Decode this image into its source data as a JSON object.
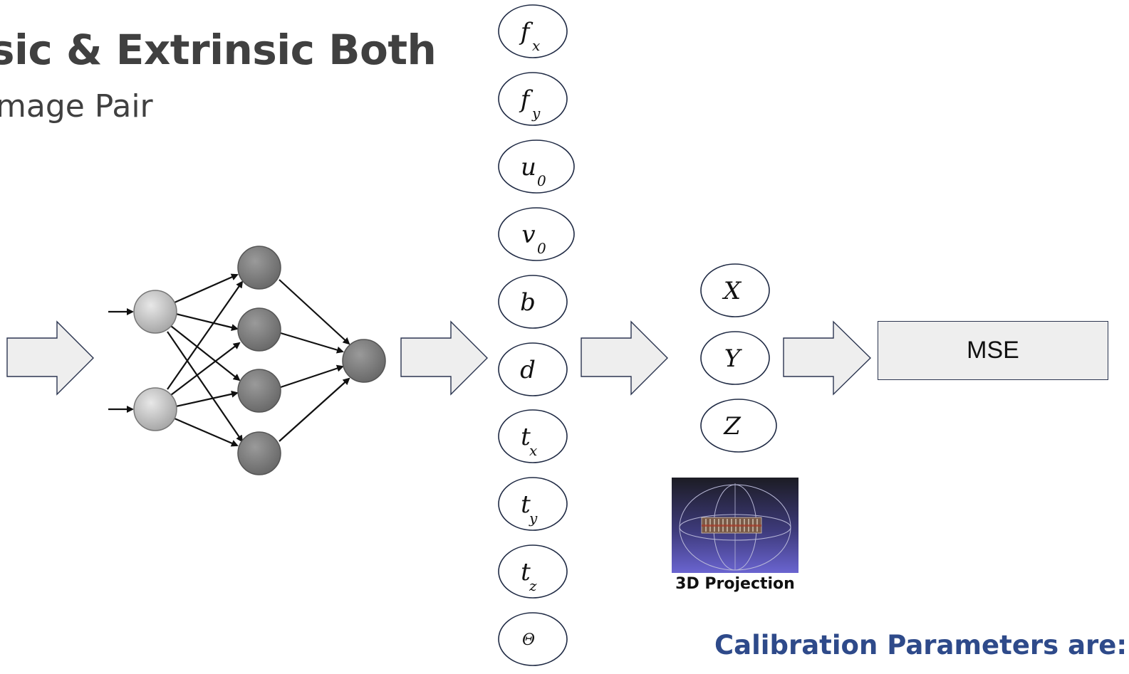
{
  "slide": {
    "title": "sic & Extrinsic Both",
    "subtitle": "mage Pair"
  },
  "parameters": [
    {
      "base": "f",
      "sub": "x"
    },
    {
      "base": "f",
      "sub": "y"
    },
    {
      "base": "u",
      "sub": "0"
    },
    {
      "base": "v",
      "sub": "0"
    },
    {
      "base": "b",
      "sub": ""
    },
    {
      "base": "d",
      "sub": ""
    },
    {
      "base": "t",
      "sub": "x"
    },
    {
      "base": "t",
      "sub": "y"
    },
    {
      "base": "t",
      "sub": "z"
    },
    {
      "base": "Θ",
      "sub": ""
    }
  ],
  "coordinates": [
    "X",
    "Y",
    "Z"
  ],
  "mse_label": "MSE",
  "projection_caption": "3D Projection",
  "calibration_heading": "Calibration Parameters are:",
  "colors": {
    "text_dark": "#404040",
    "heading_blue": "#2e4a8a",
    "arrow_fill": "#eeeeee",
    "arrow_stroke": "#2b3550",
    "node_input": "#c8c8c8",
    "node_hidden": "#808080",
    "thumb_bg": "#5a56b8"
  },
  "icons": {
    "network": "neural-network-icon",
    "arrow": "block-arrow-right-icon",
    "projection": "3d-model-thumbnail-icon"
  }
}
